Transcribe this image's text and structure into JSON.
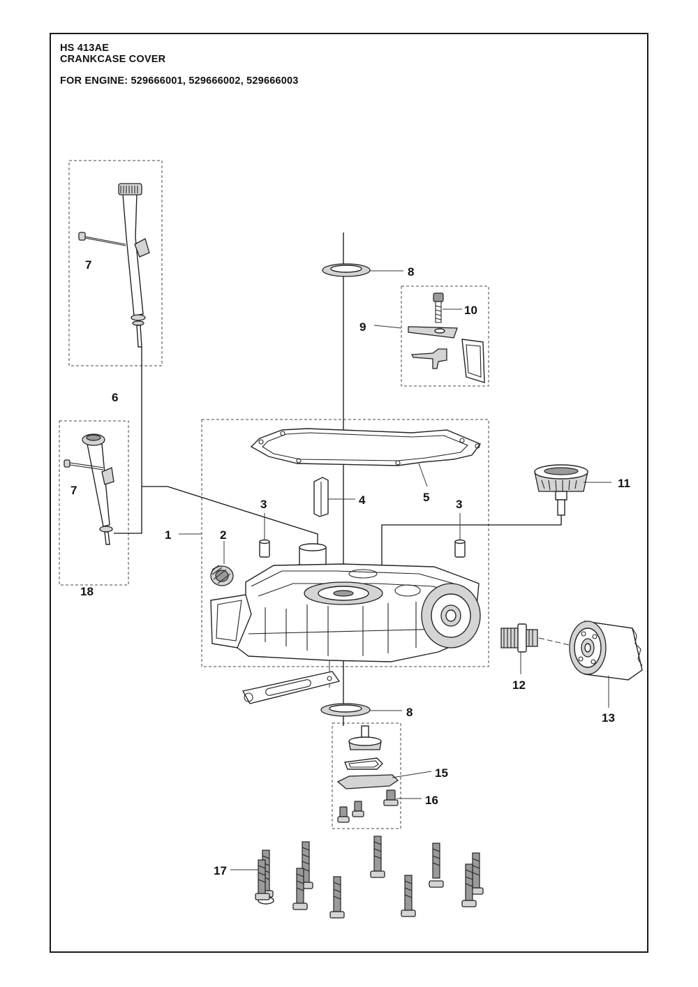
{
  "header": {
    "model": "HS 413AE",
    "title": "CRANKCASE COVER",
    "engine": "FOR ENGINE: 529666001, 529666002, 529666003"
  },
  "callouts": {
    "c1": "1",
    "c2": "2",
    "c3a": "3",
    "c3b": "3",
    "c4": "4",
    "c5": "5",
    "c6": "6",
    "c7a": "7",
    "c7b": "7",
    "c8a": "8",
    "c8b": "8",
    "c9": "9",
    "c10": "10",
    "c11": "11",
    "c12": "12",
    "c13": "13",
    "c15": "15",
    "c16": "16",
    "c17": "17",
    "c18": "18"
  }
}
